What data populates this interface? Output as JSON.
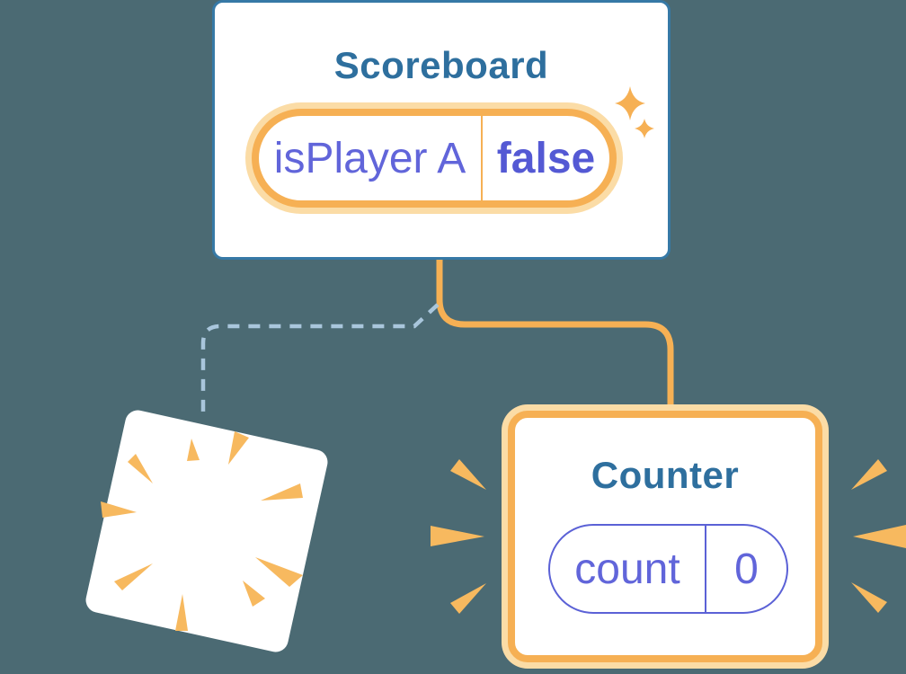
{
  "diagram": {
    "description": "component tree state diagram",
    "scoreboard": {
      "title": "Scoreboard",
      "state": {
        "key": "isPlayer A",
        "value": "false"
      }
    },
    "counter": {
      "title": "Counter",
      "state": {
        "key": "count",
        "value": "0"
      }
    }
  },
  "icons": {
    "sparkle": "sparkle-icon",
    "poof": "poof-burst-icon",
    "excitement": "excitement-marks-icon"
  },
  "colors": {
    "background": "#4B6A73",
    "card_border_blue": "#3679A6",
    "title_blue": "#2E6F9E",
    "orange": "#F6B054",
    "orange_glow": "#FBDCA6",
    "orange_rays": "#F7B95F",
    "purple_text": "#6165DA",
    "purple_bold": "#5459D4",
    "purple_border": "#5B61D6",
    "dashed_line": "#A9C6DC",
    "card_fill": "#FFFFFF"
  }
}
